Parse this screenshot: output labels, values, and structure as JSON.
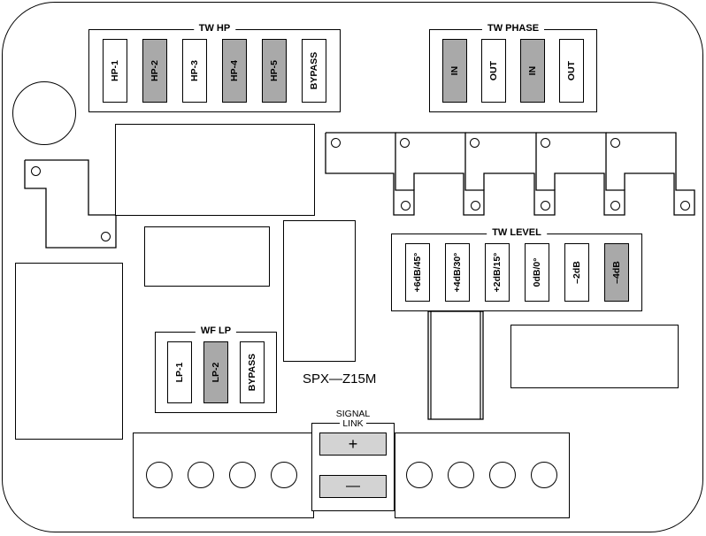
{
  "model": "SPX—Z15M",
  "tw_hp": {
    "title": "TW HP",
    "jumpers": [
      {
        "label": "HP-1",
        "selected": false
      },
      {
        "label": "HP-2",
        "selected": true
      },
      {
        "label": "HP-3",
        "selected": false
      },
      {
        "label": "HP-4",
        "selected": true
      },
      {
        "label": "HP-5",
        "selected": true
      },
      {
        "label": "BYPASS",
        "selected": false
      }
    ]
  },
  "tw_phase": {
    "title": "TW PHASE",
    "jumpers": [
      {
        "label": "IN",
        "selected": true
      },
      {
        "label": "OUT",
        "selected": false
      },
      {
        "label": "IN",
        "selected": true
      },
      {
        "label": "OUT",
        "selected": false
      }
    ]
  },
  "tw_level": {
    "title": "TW LEVEL",
    "jumpers": [
      {
        "label": "+6dB/45°",
        "selected": false
      },
      {
        "label": "+4dB/30°",
        "selected": false
      },
      {
        "label": "+2dB/15°",
        "selected": false
      },
      {
        "label": "0dB/0°",
        "selected": false
      },
      {
        "label": "–2dB",
        "selected": false
      },
      {
        "label": "–4dB",
        "selected": true
      }
    ]
  },
  "wf_lp": {
    "title": "WF LP",
    "jumpers": [
      {
        "label": "LP-1",
        "selected": false
      },
      {
        "label": "LP-2",
        "selected": true
      },
      {
        "label": "BYPASS",
        "selected": false
      }
    ]
  },
  "signal_link": {
    "label_line1": "SIGNAL",
    "label_line2": "LINK",
    "plus": "+",
    "minus": "—"
  },
  "colors": {
    "selected_fill": "#a9a9a9",
    "terminal_fill": "#d3d3d3",
    "line": "#000000"
  }
}
